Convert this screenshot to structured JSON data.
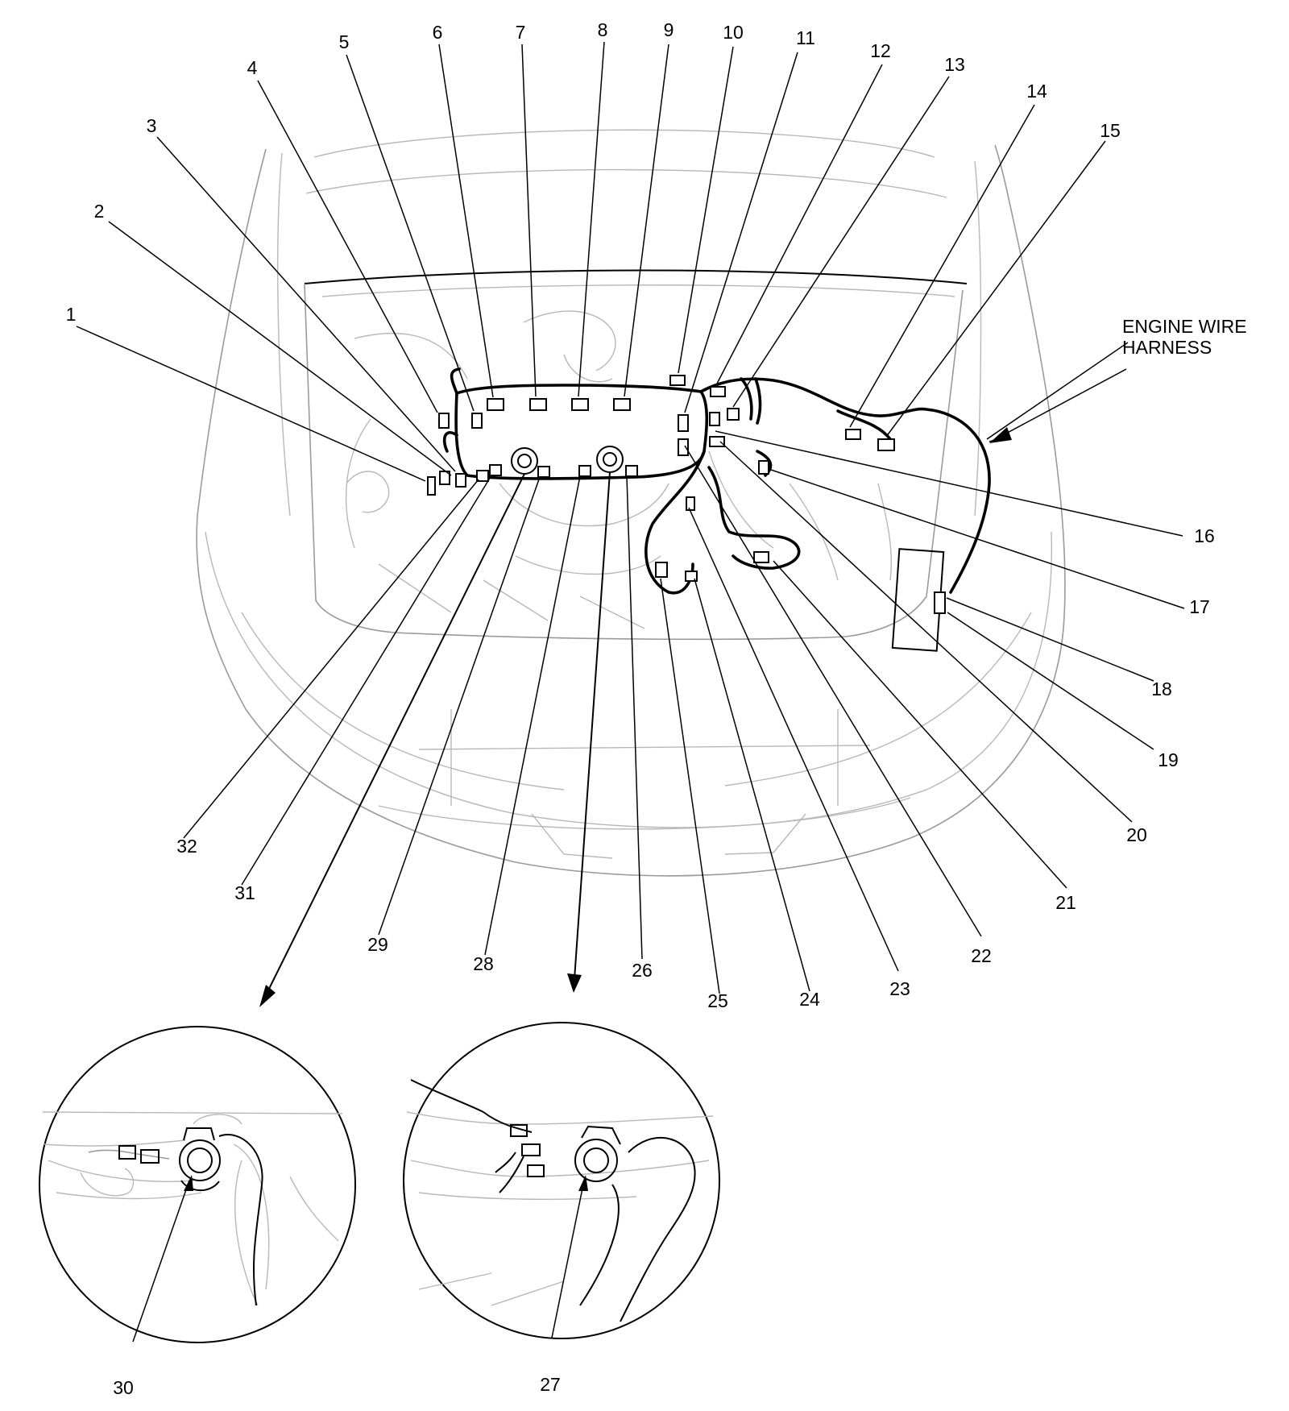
{
  "harness_label": {
    "line1": "ENGINE WIRE",
    "line2": "HARNESS"
  },
  "callouts": [
    {
      "num": "1"
    },
    {
      "num": "2"
    },
    {
      "num": "3"
    },
    {
      "num": "4"
    },
    {
      "num": "5"
    },
    {
      "num": "6"
    },
    {
      "num": "7"
    },
    {
      "num": "8"
    },
    {
      "num": "9"
    },
    {
      "num": "10"
    },
    {
      "num": "11"
    },
    {
      "num": "12"
    },
    {
      "num": "13"
    },
    {
      "num": "14"
    },
    {
      "num": "15"
    },
    {
      "num": "16"
    },
    {
      "num": "17"
    },
    {
      "num": "18"
    },
    {
      "num": "19"
    },
    {
      "num": "20"
    },
    {
      "num": "21"
    },
    {
      "num": "22"
    },
    {
      "num": "23"
    },
    {
      "num": "24"
    },
    {
      "num": "25"
    },
    {
      "num": "26"
    },
    {
      "num": "27"
    },
    {
      "num": "28"
    },
    {
      "num": "29"
    },
    {
      "num": "30"
    },
    {
      "num": "31"
    },
    {
      "num": "32"
    }
  ]
}
